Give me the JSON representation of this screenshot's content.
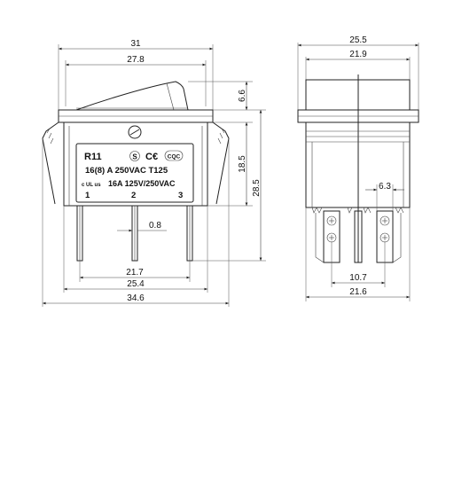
{
  "switch_marking": {
    "model": "R11",
    "rating_line_1": "16(8) A  250VAC  T125",
    "rating_line_2": "16A  125V/250VAC",
    "ul_mark": "c UL us",
    "terminal_numbers": [
      "1",
      "2",
      "3"
    ]
  },
  "front_view_dimensions": {
    "overall_top_width": "31",
    "top_inner_width": "27.8",
    "rocker_height": "6.6",
    "body_height": "18.5",
    "total_height": "28.5",
    "pin_width": "0.8",
    "pin_span_outer": "21.7",
    "body_bottom_width": "25.4",
    "flange_width": "34.6"
  },
  "side_view_dimensions": {
    "overall_width": "25.5",
    "inner_width": "21.9",
    "terminal_width": "6.3",
    "terminal_spacing": "10.7",
    "base_width": "21.6"
  }
}
